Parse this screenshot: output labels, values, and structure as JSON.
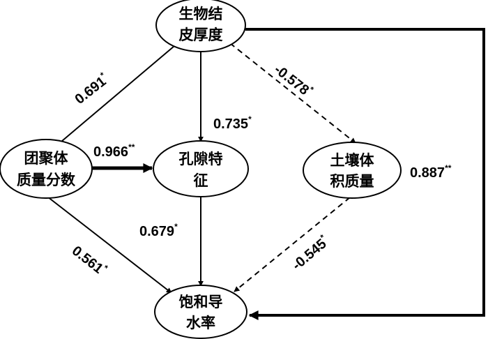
{
  "nodes": {
    "biocrust": {
      "line1": "生物结",
      "line2": "皮厚度"
    },
    "aggregate": {
      "line1": "团聚体",
      "line2": "质量分数"
    },
    "pore": {
      "line1": "孔隙特",
      "line2": "征"
    },
    "bulk": {
      "line1": "土壤体",
      "line2": "积质量"
    },
    "saturated": {
      "line1": "饱和导",
      "line2": "水率"
    }
  },
  "edges": {
    "biocrust_aggregate": {
      "value": "0.691",
      "sig": "*",
      "style": "solid"
    },
    "biocrust_pore": {
      "value": "0.735",
      "sig": "*",
      "style": "solid"
    },
    "biocrust_bulk": {
      "value": "-0.578",
      "sig": "*",
      "style": "dashed"
    },
    "aggregate_pore": {
      "value": "0.966",
      "sig": "**",
      "style": "bold"
    },
    "biocrust_saturated": {
      "value": "0.887",
      "sig": "**",
      "style": "bold"
    },
    "pore_saturated": {
      "value": "0.679",
      "sig": "*",
      "style": "solid"
    },
    "aggregate_saturated": {
      "value": "0.561",
      "sig": "*",
      "style": "solid"
    },
    "bulk_saturated": {
      "value": "-0.545",
      "sig": "*",
      "style": "dashed"
    }
  }
}
